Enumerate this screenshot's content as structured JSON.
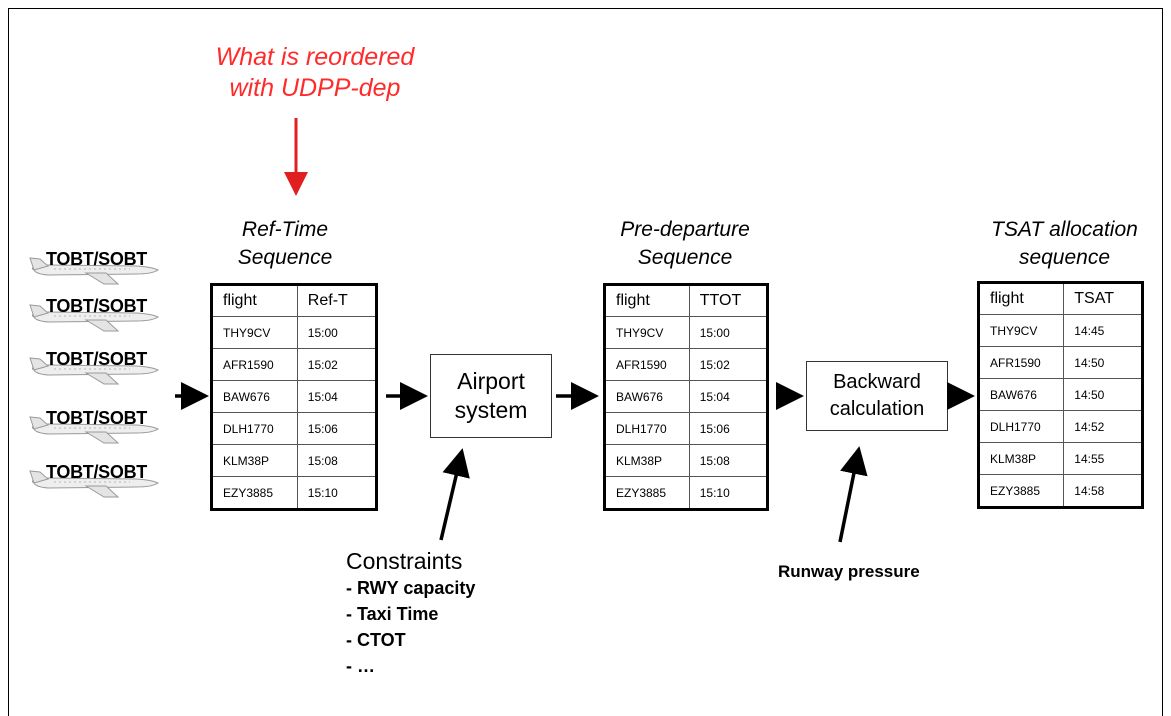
{
  "title": {
    "line1": "What is reordered",
    "line2": "with UDPP-dep",
    "color": "#ff2b2b"
  },
  "inputs": {
    "label": "TOBT/SOBT",
    "count": 5,
    "icon": "airplane-icon"
  },
  "ref_time": {
    "title_line1": "Ref-Time",
    "title_line2": "Sequence",
    "col1": "flight",
    "col2": "Ref-T",
    "rows": [
      [
        "THY9CV",
        "15:00"
      ],
      [
        "AFR1590",
        "15:02"
      ],
      [
        "BAW676",
        "15:04"
      ],
      [
        "DLH1770",
        "15:06"
      ],
      [
        "KLM38P",
        "15:08"
      ],
      [
        "EZY3885",
        "15:10"
      ]
    ]
  },
  "airport_system": {
    "line1": "Airport",
    "line2": "system"
  },
  "pre_departure": {
    "title_line1": "Pre-departure",
    "title_line2": "Sequence",
    "col1": "flight",
    "col2": "TTOT",
    "rows": [
      [
        "THY9CV",
        "15:00"
      ],
      [
        "AFR1590",
        "15:02"
      ],
      [
        "BAW676",
        "15:04"
      ],
      [
        "DLH1770",
        "15:06"
      ],
      [
        "KLM38P",
        "15:08"
      ],
      [
        "EZY3885",
        "15:10"
      ]
    ]
  },
  "backward": {
    "line1": "Backward",
    "line2": "calculation"
  },
  "tsat": {
    "title_line1": "TSAT allocation",
    "title_line2": "sequence",
    "col1": "flight",
    "col2": "TSAT",
    "rows": [
      [
        "THY9CV",
        "14:45"
      ],
      [
        "AFR1590",
        "14:50"
      ],
      [
        "BAW676",
        "14:50"
      ],
      [
        "DLH1770",
        "14:52"
      ],
      [
        "KLM38P",
        "14:55"
      ],
      [
        "EZY3885",
        "14:58"
      ]
    ]
  },
  "constraints": {
    "head": "Constraints",
    "items": [
      "- RWY capacity",
      "- Taxi Time",
      "- CTOT",
      "- …"
    ]
  },
  "runway_pressure": "Runway pressure"
}
